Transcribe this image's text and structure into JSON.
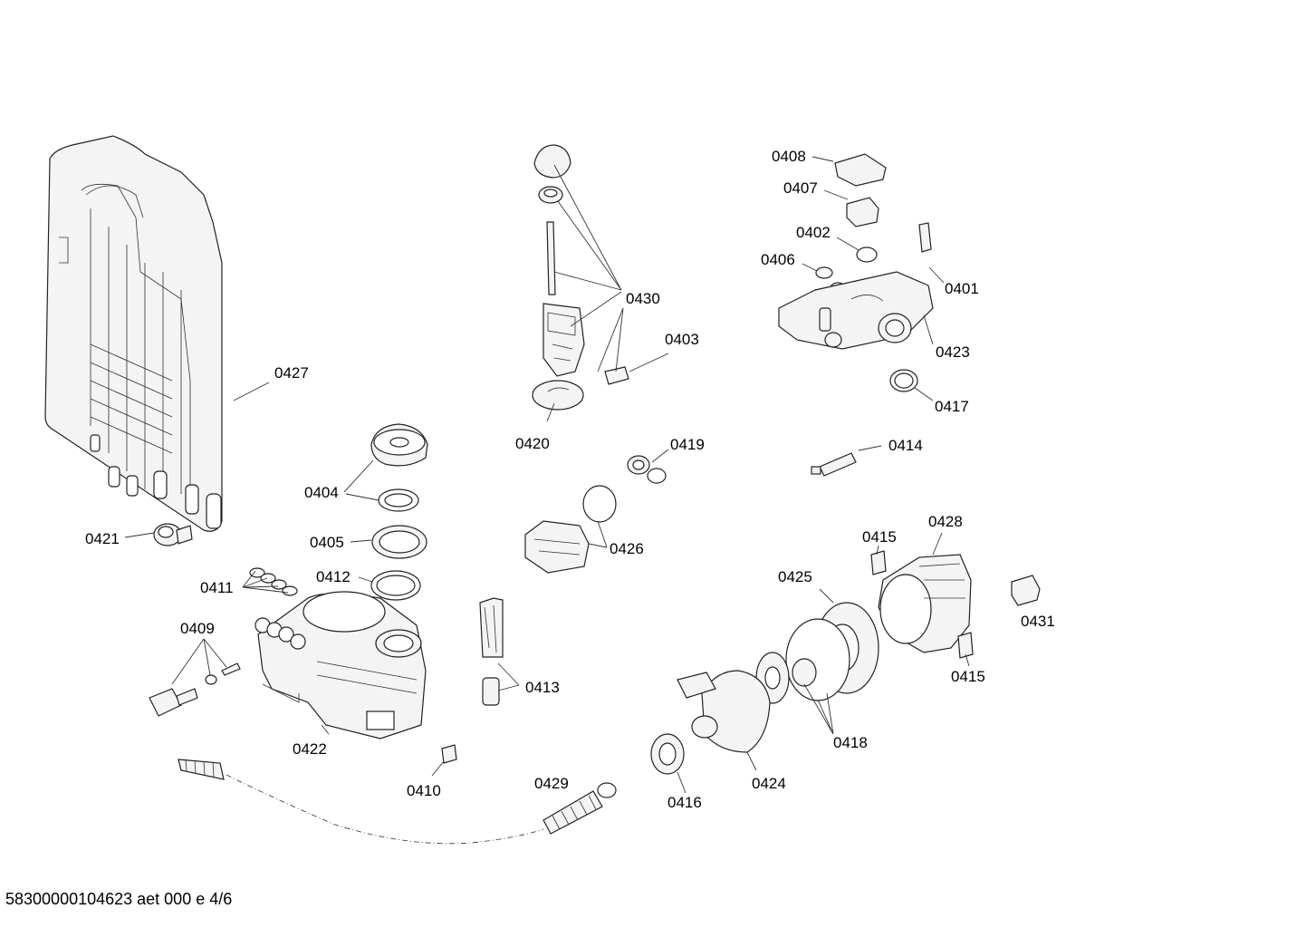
{
  "labels": {
    "p0401": "0401",
    "p0402": "0402",
    "p0403": "0403",
    "p0404": "0404",
    "p0405": "0405",
    "p0406": "0406",
    "p0407": "0407",
    "p0408": "0408",
    "p0409": "0409",
    "p0410": "0410",
    "p0411": "0411",
    "p0412": "0412",
    "p0413": "0413",
    "p0414": "0414",
    "p0415a": "0415",
    "p0415b": "0415",
    "p0416": "0416",
    "p0417": "0417",
    "p0418": "0418",
    "p0419": "0419",
    "p0420": "0420",
    "p0421": "0421",
    "p0422": "0422",
    "p0423": "0423",
    "p0424": "0424",
    "p0425": "0425",
    "p0426": "0426",
    "p0427": "0427",
    "p0428": "0428",
    "p0429": "0429",
    "p0430": "0430",
    "p0431": "0431"
  },
  "footer": "58300000104623 aet 000 e 4/6"
}
